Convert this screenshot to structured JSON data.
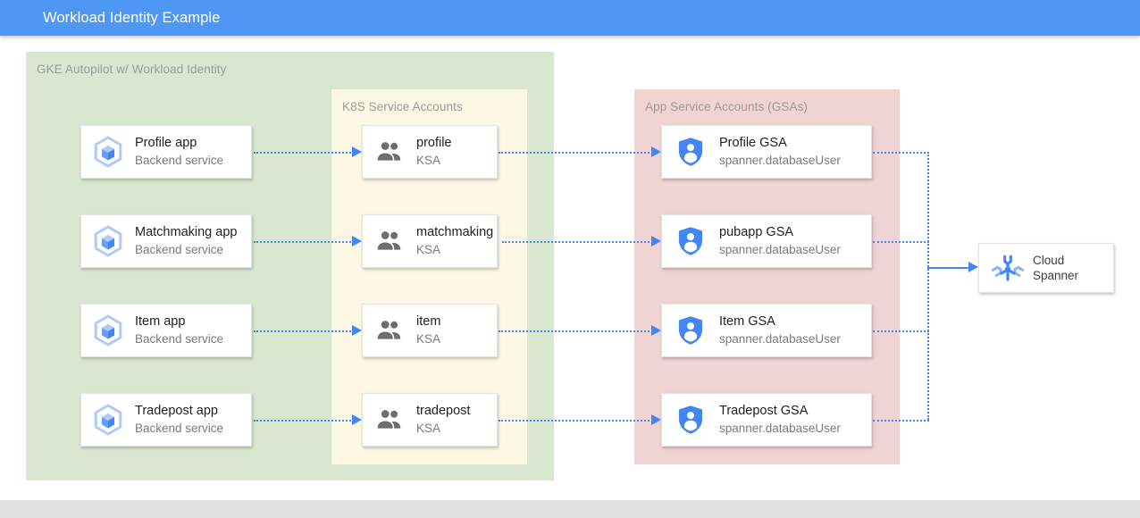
{
  "header": {
    "title": "Workload Identity Example"
  },
  "regions": {
    "gke": {
      "label": "GKE Autopilot w/ Workload Identity",
      "color": "#d9e7d0"
    },
    "ksa": {
      "label": "K8S Service Accounts",
      "color": "#fcf8e3"
    },
    "gsa": {
      "label": "App Service Accounts (GSAs)",
      "color": "#f0d3d3"
    }
  },
  "colors": {
    "header_blue": "#4f97f5",
    "connector_blue": "#4285f4",
    "footer_gray": "#e0e0e0"
  },
  "apps": [
    {
      "title": "Profile app",
      "subtitle": "Backend service",
      "icon": "gke-pod-icon"
    },
    {
      "title": "Matchmaking app",
      "subtitle": "Backend service",
      "icon": "gke-pod-icon"
    },
    {
      "title": "Item app",
      "subtitle": "Backend service",
      "icon": "gke-pod-icon"
    },
    {
      "title": "Tradepost app",
      "subtitle": "Backend service",
      "icon": "gke-pod-icon"
    }
  ],
  "ksas": [
    {
      "title": "profile",
      "subtitle": "KSA",
      "icon": "people-icon"
    },
    {
      "title": "matchmaking",
      "subtitle": "KSA",
      "icon": "people-icon"
    },
    {
      "title": "item",
      "subtitle": "KSA",
      "icon": "people-icon"
    },
    {
      "title": "tradepost",
      "subtitle": "KSA",
      "icon": "people-icon"
    }
  ],
  "gsas": [
    {
      "title": "Profile GSA",
      "subtitle": "spanner.databaseUser",
      "icon": "service-account-shield-icon"
    },
    {
      "title": "pubapp GSA",
      "subtitle": "spanner.databaseUser",
      "icon": "service-account-shield-icon"
    },
    {
      "title": "Item GSA",
      "subtitle": "spanner.databaseUser",
      "icon": "service-account-shield-icon"
    },
    {
      "title": "Tradepost GSA",
      "subtitle": "spanner.databaseUser",
      "icon": "service-account-shield-icon"
    }
  ],
  "spanner": {
    "line1": "Cloud",
    "line2": "Spanner",
    "icon": "cloud-spanner-icon"
  }
}
